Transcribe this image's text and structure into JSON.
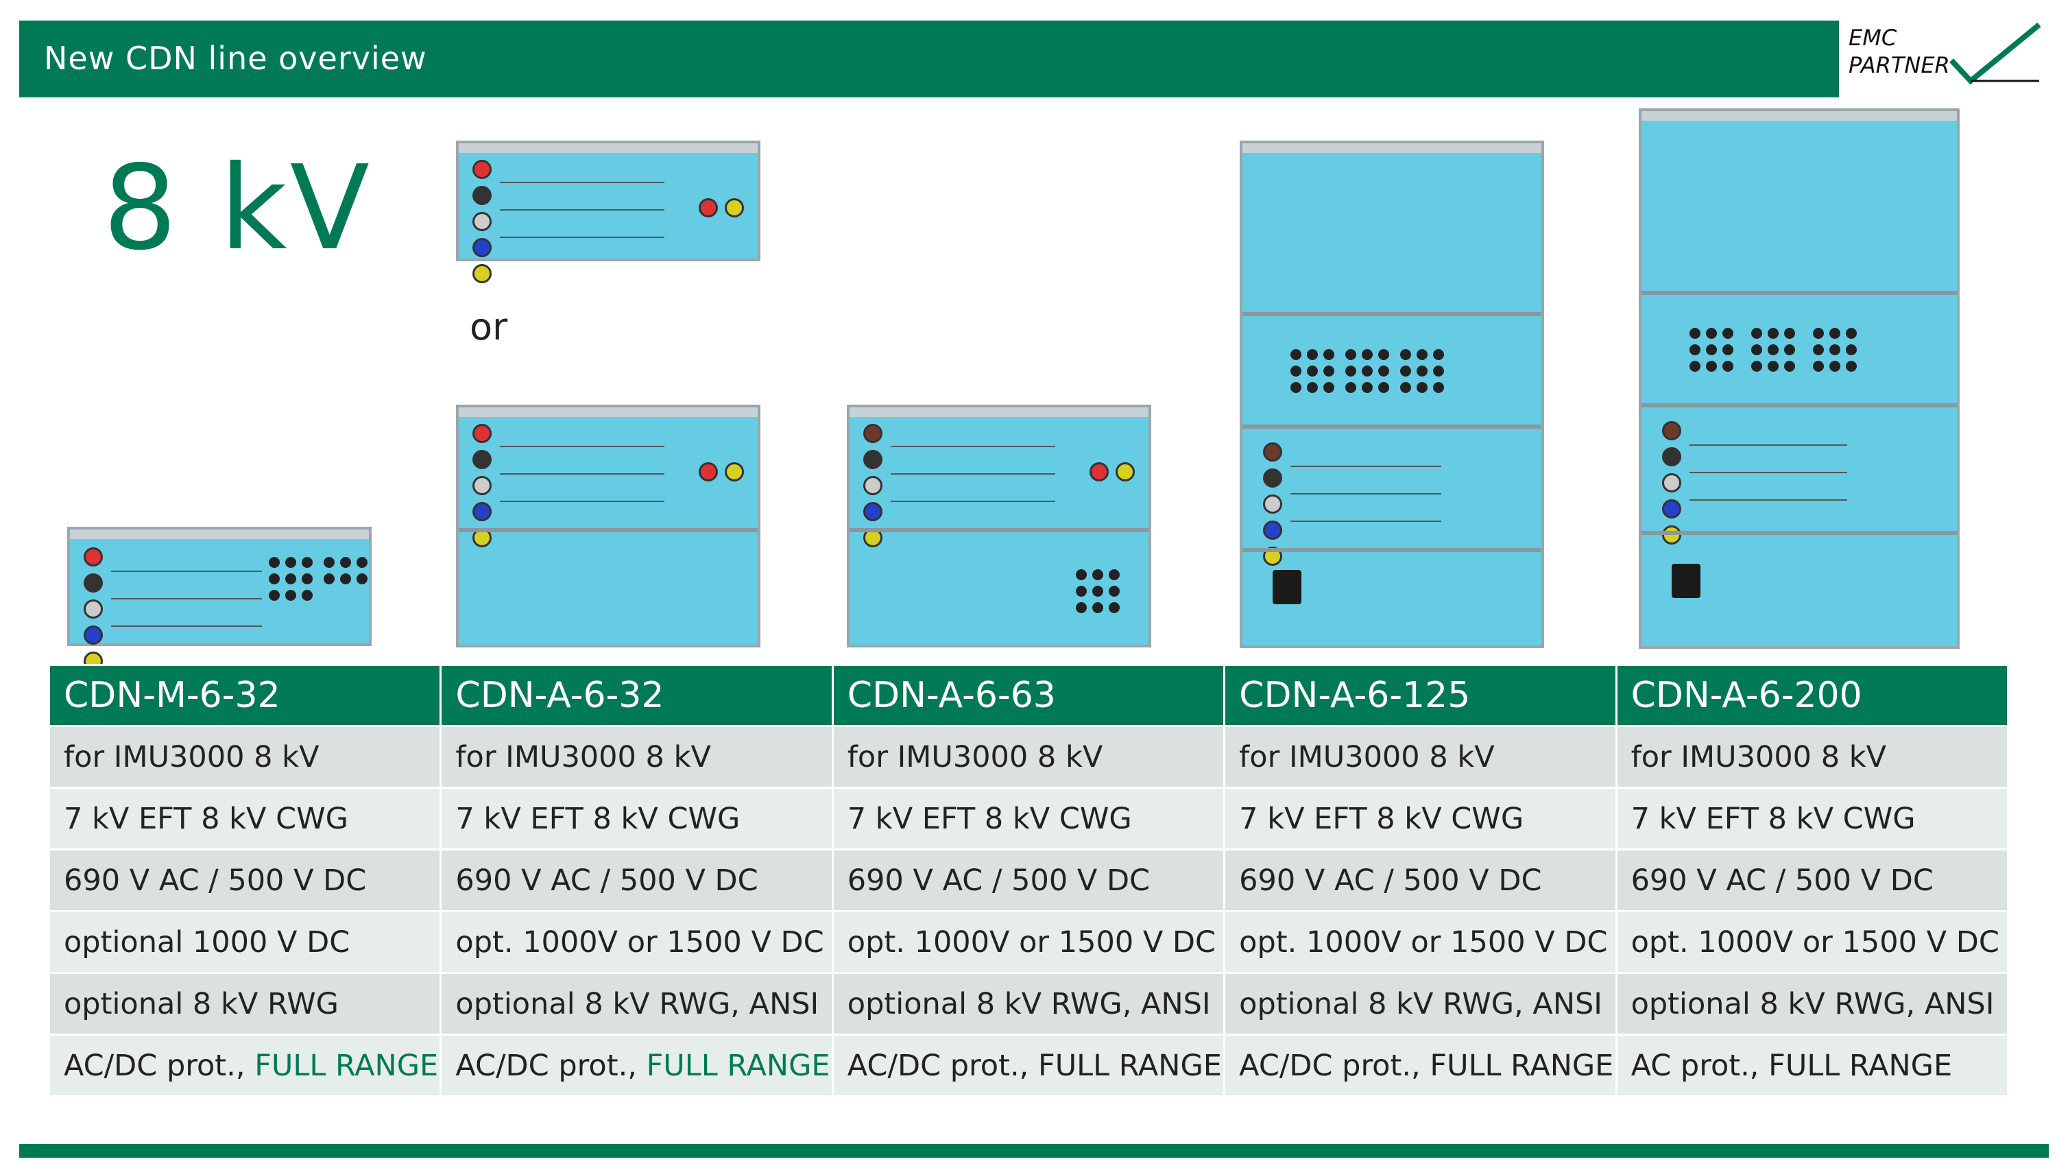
{
  "header": {
    "title": "New CDN line overview"
  },
  "logo": {
    "line1": "EMC",
    "line2": "PARTNER"
  },
  "voltage_label": "8 kV",
  "or_label": "or",
  "colors": {
    "brand_green": "#007a55",
    "device_blue": "#66cce4"
  },
  "columns": [
    {
      "name": "CDN-M-6-32",
      "rows": [
        "for IMU3000 8 kV",
        "7 kV EFT 8 kV CWG",
        "690 V AC / 500 V DC",
        "optional 1000 V DC",
        "optional 8 kV RWG"
      ],
      "prot": "AC/DC prot., ",
      "range": "FULL RANGE",
      "range_highlight": true
    },
    {
      "name": "CDN-A-6-32",
      "rows": [
        "for IMU3000 8 kV",
        "7 kV EFT 8 kV CWG",
        "690 V AC / 500 V DC",
        "opt. 1000V or 1500 V DC",
        "optional 8 kV RWG, ANSI"
      ],
      "prot": "AC/DC prot., ",
      "range": "FULL RANGE",
      "range_highlight": true
    },
    {
      "name": "CDN-A-6-63",
      "rows": [
        "for IMU3000 8 kV",
        "7 kV EFT 8 kV CWG",
        "690 V AC / 500 V DC",
        "opt. 1000V or 1500 V DC",
        "optional 8 kV RWG, ANSI"
      ],
      "prot": "AC/DC prot., ",
      "range": "FULL RANGE",
      "range_highlight": false
    },
    {
      "name": "CDN-A-6-125",
      "rows": [
        "for IMU3000 8 kV",
        "7 kV EFT 8 kV CWG",
        "690 V AC / 500 V DC",
        "opt. 1000V or 1500 V DC",
        "optional 8 kV RWG, ANSI"
      ],
      "prot": "AC/DC prot., ",
      "range": "FULL RANGE",
      "range_highlight": false
    },
    {
      "name": "CDN-A-6-200",
      "rows": [
        "for IMU3000 8 kV",
        "7 kV EFT 8 kV CWG",
        "690 V AC / 500 V DC",
        "opt. 1000V or 1500 V DC",
        "optional 8 kV RWG, ANSI"
      ],
      "prot": "AC prot., ",
      "range": "FULL RANGE",
      "range_highlight": false
    }
  ]
}
